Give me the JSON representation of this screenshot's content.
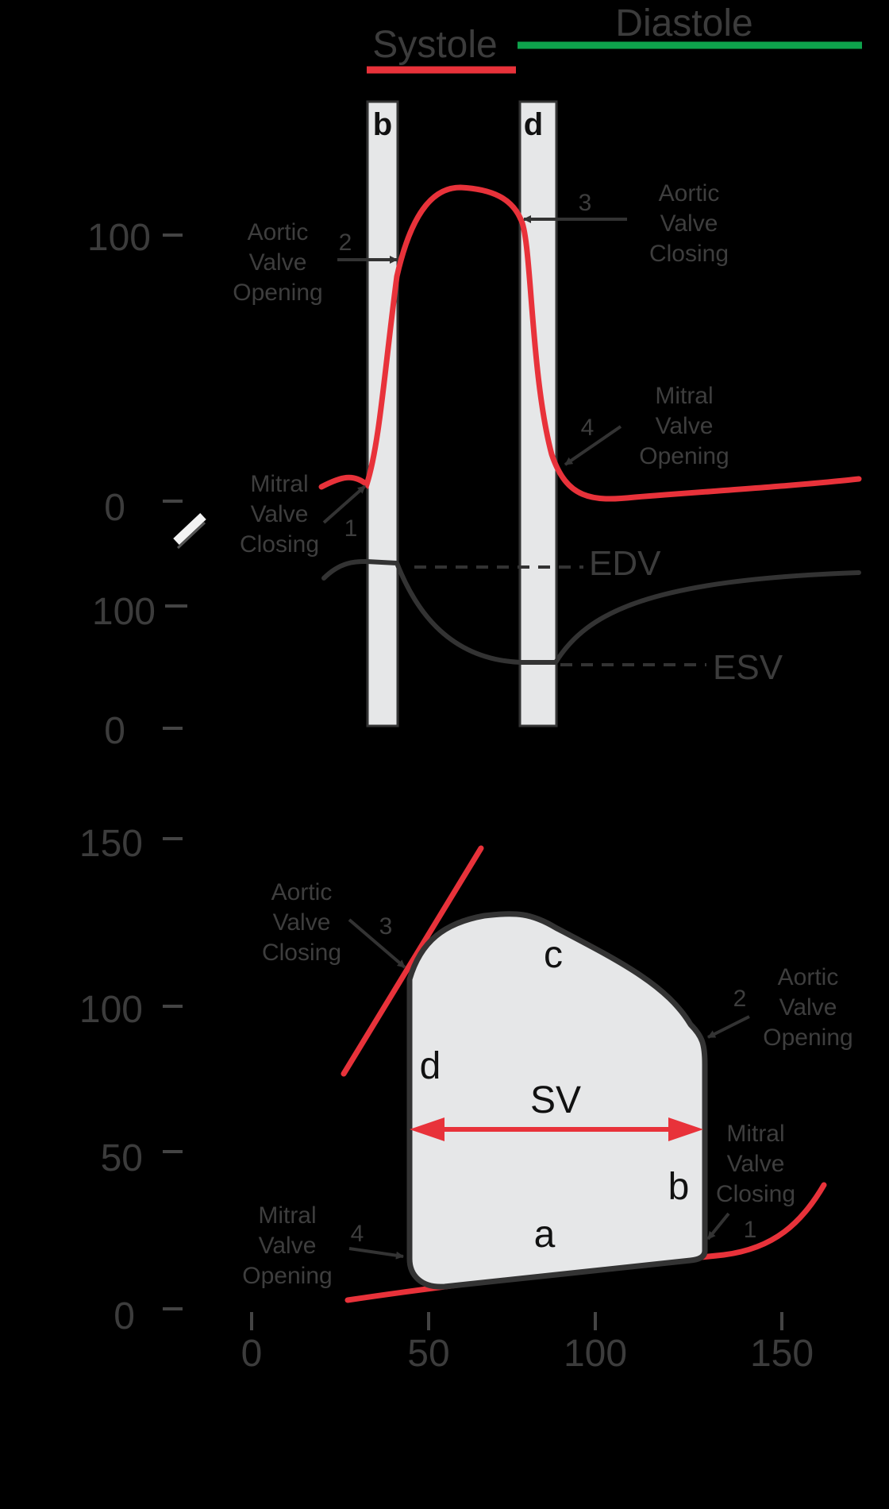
{
  "colors": {
    "background": "#000000",
    "pressure_curve": "#e8323a",
    "volume_curve": "#333333",
    "band": "#e6e7e8",
    "systole": "#e8323a",
    "diastole": "#0ea24c",
    "text": "#3c3c3c"
  },
  "top_panel": {
    "phases": {
      "systole": "Systole",
      "diastole": "Diastole"
    },
    "bands": {
      "b": "b",
      "d": "d"
    },
    "pressure_ticks": [
      "100",
      "0"
    ],
    "volume_ticks": [
      "100",
      "0"
    ],
    "markers": {
      "m1": {
        "num": "1",
        "lines": [
          "Mitral",
          "Valve",
          "Closing"
        ]
      },
      "m2": {
        "num": "2",
        "lines": [
          "Aortic",
          "Valve",
          "Opening"
        ]
      },
      "m3": {
        "num": "3",
        "lines": [
          "Aortic",
          "Valve",
          "Closing"
        ]
      },
      "m4": {
        "num": "4",
        "lines": [
          "Mitral",
          "Valve",
          "Opening"
        ]
      }
    },
    "edv": "EDV",
    "esv": "ESV"
  },
  "bottom_panel": {
    "y_ticks": [
      "150",
      "100",
      "50",
      "0"
    ],
    "x_ticks": [
      "0",
      "50",
      "100",
      "150"
    ],
    "segments": {
      "a": "a",
      "b": "b",
      "c": "c",
      "d": "d"
    },
    "sv": "SV",
    "markers": {
      "m1": {
        "num": "1",
        "lines": [
          "Mitral",
          "Valve",
          "Closing"
        ]
      },
      "m2": {
        "num": "2",
        "lines": [
          "Aortic",
          "Valve",
          "Opening"
        ]
      },
      "m3": {
        "num": "3",
        "lines": [
          "Aortic",
          "Valve",
          "Closing"
        ]
      },
      "m4": {
        "num": "4",
        "lines": [
          "Mitral",
          "Valve",
          "Opening"
        ]
      }
    }
  }
}
